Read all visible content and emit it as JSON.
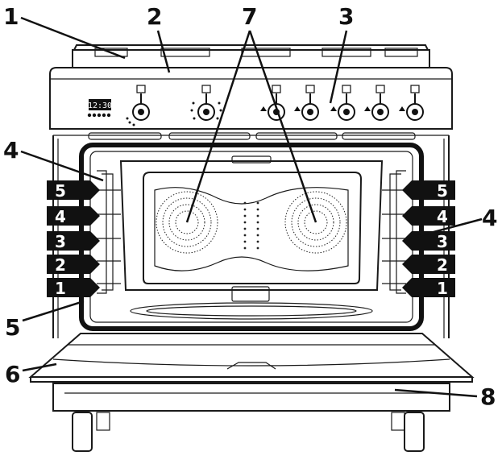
{
  "callouts": {
    "c1": "1",
    "c2": "2",
    "c3": "3",
    "c4_left": "4",
    "c4_right": "4",
    "c5": "5",
    "c6": "6",
    "c7": "7",
    "c8": "8"
  },
  "shelf_levels": {
    "left": [
      "5",
      "4",
      "3",
      "2",
      "1"
    ],
    "right": [
      "5",
      "4",
      "3",
      "2",
      "1"
    ]
  },
  "display": {
    "clock_text": "12:30"
  },
  "colors": {
    "line": "#1a1a1a",
    "shelf_label_bg": "#111111",
    "oven_frame": "#111111",
    "background": "#ffffff"
  }
}
